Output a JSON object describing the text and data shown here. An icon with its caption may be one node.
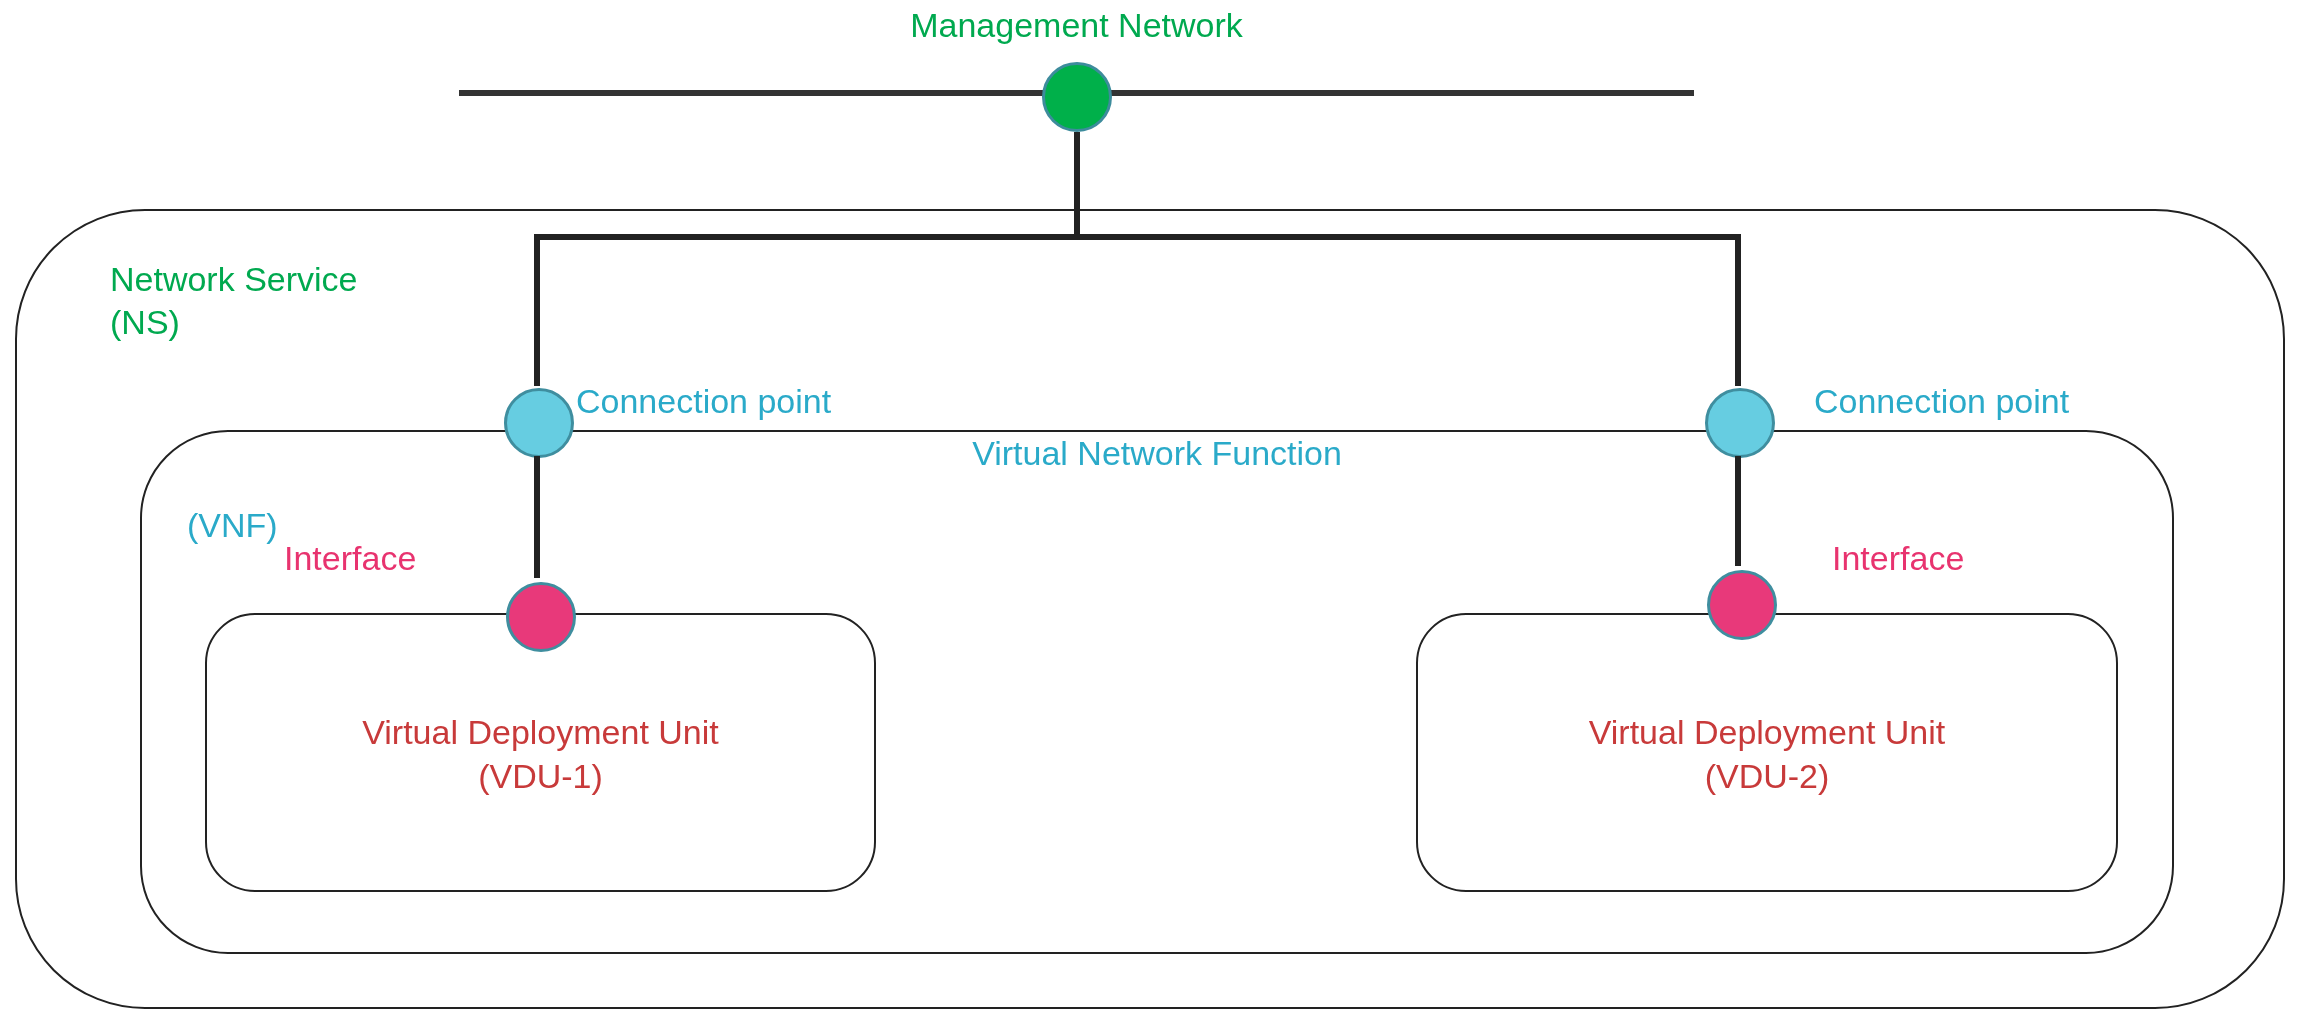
{
  "diagram": {
    "nodes": [
      {
        "text": [
          "Management Network"
        ]
      },
      {
        "text": [],
        "shape": "circle"
      },
      {
        "text": [
          "Network Service (NS)"
        ]
      },
      {
        "text": [],
        "shape": "circle",
        "in": 2,
        "beside": [
          "Connection point"
        ]
      },
      {
        "text": [],
        "shape": "circle",
        "in": 2,
        "beside": [
          "Connection point"
        ]
      },
      {
        "text": [
          "Virtual Network Function",
          "(VNF)"
        ],
        "in": 2
      },
      {
        "text": [],
        "shape": "circle",
        "in": 5
      },
      {
        "text": [
          "Virtual Deployment Unit (VDU-1)"
        ],
        "in": 5
      },
      {
        "text": [],
        "shape": "circle",
        "in": 5
      },
      {
        "text": [
          "Virtual Deployment Unit (VDU-2)"
        ],
        "in": 5
      }
    ],
    "edges": [
      {
        "from": 1,
        "to": 3,
        "arrow": "none"
      },
      {
        "from": 1,
        "to": 4,
        "arrow": "none"
      },
      {
        "from": 3,
        "to": 6,
        "arrow": "none"
      },
      {
        "from": 4,
        "to": 8,
        "arrow": "none"
      }
    ],
    "labels": [
      "Interface",
      "Interface"
    ]
  }
}
